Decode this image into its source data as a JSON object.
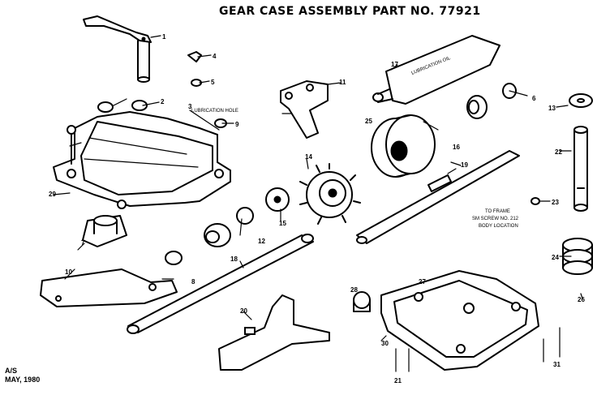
{
  "title": "GEAR CASE ASSEMBLY PART NO. 77921",
  "footer": {
    "line1": "A/S",
    "line2": "MAY, 1980"
  },
  "annotations": {
    "lubrication_hole": "LUBRICATION HOLE",
    "lubrication_oil": "LUBRICATION OIL",
    "to_frame": "TO FRAME",
    "sm_screw": "SM SCREW NO. 212",
    "body_location": "BODY LOCATION"
  },
  "callouts": [
    "1",
    "2",
    "3",
    "4",
    "5",
    "6",
    "7",
    "8",
    "9",
    "10",
    "11",
    "12",
    "13",
    "14",
    "15",
    "16",
    "17",
    "18",
    "19",
    "20",
    "21",
    "22",
    "23",
    "24",
    "25",
    "26",
    "27",
    "28",
    "29",
    "30",
    "31"
  ]
}
